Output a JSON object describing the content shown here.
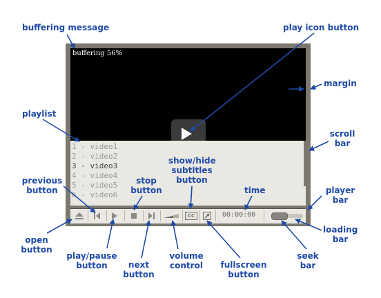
{
  "labels": {
    "buffering_message": "buffering message",
    "play_icon_button": "play icon button",
    "margin": "margin",
    "playlist": "playlist",
    "scroll_bar": [
      "scroll",
      "bar"
    ],
    "previous_button": [
      "previous",
      "button"
    ],
    "stop_button": [
      "stop",
      "button"
    ],
    "show_hide_subtitles_button": [
      "show/hide",
      "subtitles",
      "button"
    ],
    "time": "time",
    "player_bar": [
      "player",
      "bar"
    ],
    "open_button": [
      "open",
      "button"
    ],
    "play_pause_button": [
      "play/pause",
      "button"
    ],
    "next_button": [
      "next",
      "button"
    ],
    "volume_control": [
      "volume",
      "control"
    ],
    "fullscreen_button": [
      "fullscreen",
      "button"
    ],
    "seek_bar": [
      "seek",
      "bar"
    ],
    "loading_bar": [
      "loading",
      "bar"
    ]
  },
  "player": {
    "buffering_text": "buffering 56%",
    "playlist_items": [
      "1 - video1",
      "2 - video2",
      "3 - video3",
      "4 - video4",
      "5 - video5",
      "6 - video6"
    ],
    "active_item_index": 2,
    "time": "00:00:00",
    "cc_label": "CC",
    "seek_position": 0.0
  },
  "colors": {
    "callout": "#1f4aa8",
    "frame": "#7d786f",
    "panel": "#e9e8e2",
    "video": "#000000"
  }
}
